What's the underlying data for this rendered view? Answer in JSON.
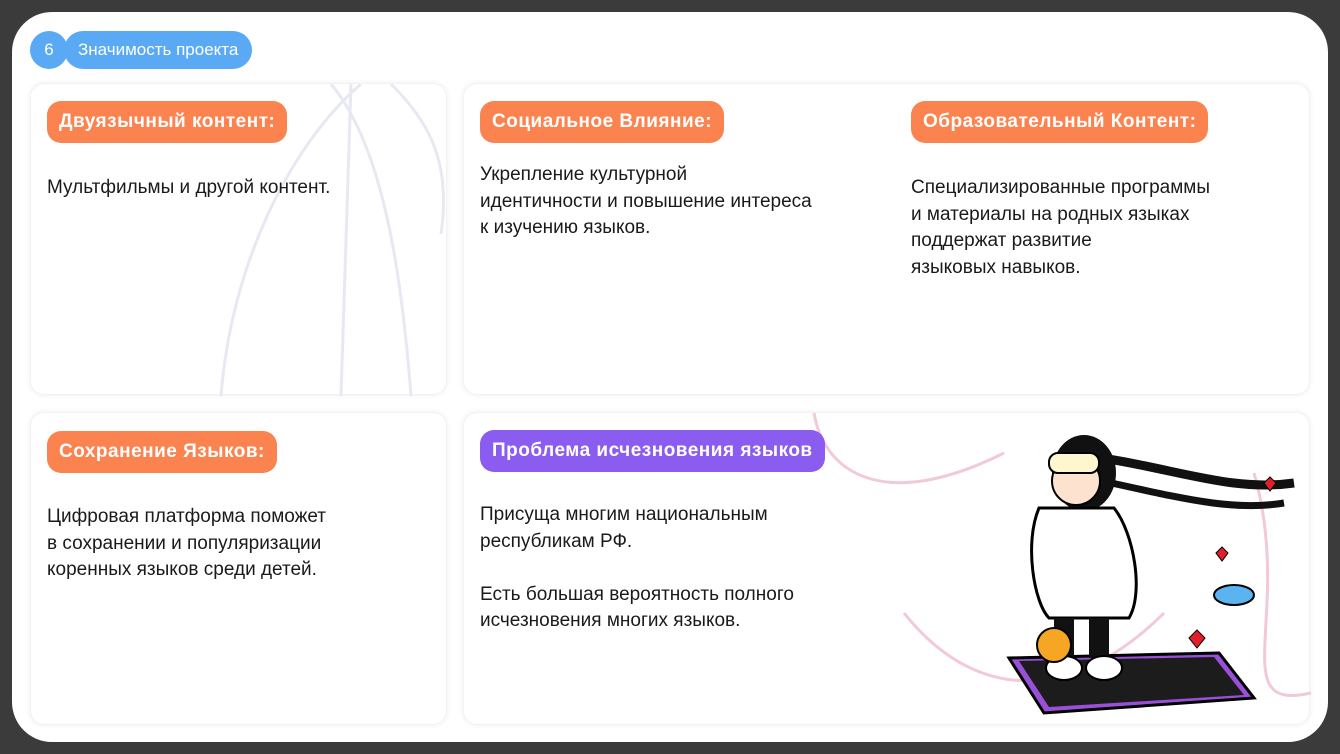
{
  "header": {
    "number": "6",
    "title": "Значимость проекта"
  },
  "cards": [
    {
      "tag": "Двуязычный контент:",
      "text": "Мультфильмы и другой контент."
    },
    {
      "tag": "Социальное Влияние:",
      "text": [
        "Укрепление культурной",
        "идентичности и повышение интереса",
        "к изучению языков."
      ]
    },
    {
      "tag": "Образовательный Контент:",
      "text": [
        "Специализированные программы",
        "и материалы на родных языках",
        "поддержат развитие",
        "языковых навыков."
      ]
    },
    {
      "tag": "Сохранение Языков:",
      "text": [
        "Цифровая платформа поможет",
        "в сохранении и популяризации",
        "коренных языков среди детей."
      ]
    },
    {
      "tag": "Проблема исчезновения языков",
      "text": [
        "Присуща многим национальным",
        "республикам РФ.",
        "",
        "Есть большая вероятность полного",
        "исчезновения многих языков."
      ]
    }
  ],
  "colors": {
    "accent_blue": "#5aa9f5",
    "accent_orange": "#fb8350",
    "accent_purple": "#8a5cf0"
  }
}
